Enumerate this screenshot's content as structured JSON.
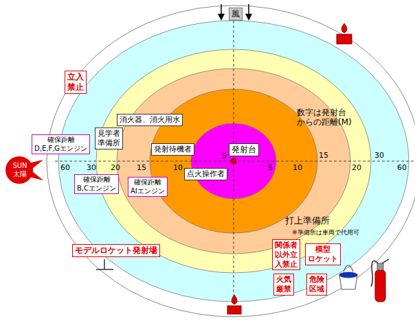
{
  "diagram": {
    "nodes": [
      {
        "text": [
          "風"
        ]
      },
      {
        "text": [
          "立入 禁止"
        ]
      },
      {
        "text": [
          "消火器、消火用水"
        ]
      },
      {
        "text": [
          "見学者 準備所"
        ]
      },
      {
        "text": [
          "確保距離 D,E,F,Gエンジン"
        ]
      },
      {
        "text": [
          "発射台"
        ]
      },
      {
        "text": [
          "発射待機者"
        ]
      },
      {
        "text": [
          "SUN 太陽"
        ]
      },
      {
        "text": [
          "点火操作者"
        ]
      },
      {
        "text": [
          "確保距離 B,Cエンジン"
        ]
      },
      {
        "text": [
          "確保距離 AIエンジン"
        ]
      },
      {
        "text": [
          "モデルロケット発射場"
        ]
      },
      {
        "text": [
          "関係者 以外立 入禁止"
        ]
      },
      {
        "text": [
          "模型 ロケット"
        ]
      },
      {
        "text": [
          "火気 厳禁"
        ]
      },
      {
        "text": [
          "危険 区域"
        ]
      }
    ],
    "labels": [
      "数字は発射台 からの距離(M)",
      "60",
      "30",
      "20",
      "15",
      "10",
      "5",
      "5",
      "10",
      "15",
      "20",
      "30",
      "60",
      "打上準備所",
      "※準備所は車両で代用可"
    ]
  }
}
